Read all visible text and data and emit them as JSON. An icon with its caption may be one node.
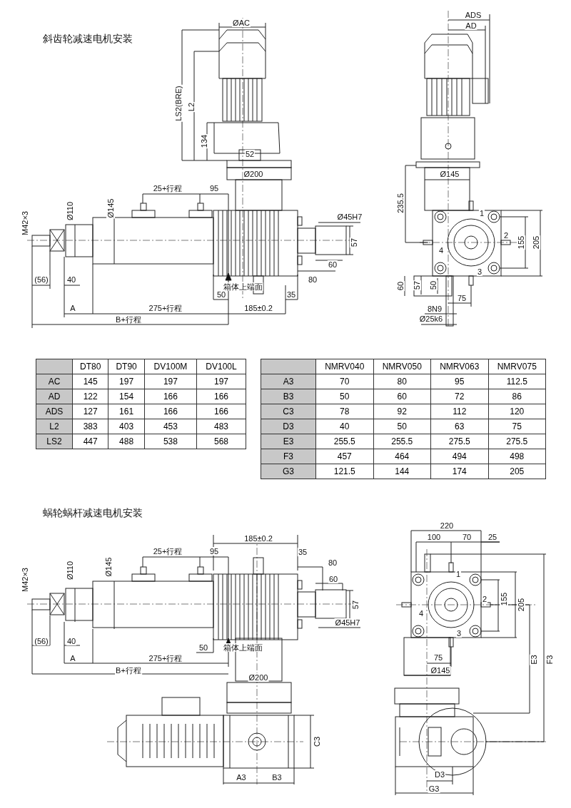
{
  "diagram": {
    "labels": [
      "斜齿轮减速电机安装",
      "ØAC",
      "LS2(BRE)",
      "L2",
      "134",
      "52",
      "Ø200",
      "25+行程",
      "95",
      "Ø45H7",
      "M42×3",
      "Ø110",
      "Ø145",
      "57",
      "60",
      "(56)",
      "40",
      "80",
      "箱体上端面",
      "50",
      "35",
      "A",
      "275+行程",
      "185±0.2",
      "B+行程",
      "ADS",
      "AD",
      "Ø145",
      "235.5",
      "1",
      "2",
      "155",
      "205",
      "4",
      "3",
      "60",
      "57",
      "50",
      "75",
      "8N9",
      "Ø25k6",
      "DT80",
      "DT90",
      "DV100M",
      "DV100L",
      "AC",
      "145",
      "197",
      "197",
      "197",
      "AD",
      "122",
      "154",
      "166",
      "166",
      "ADS",
      "127",
      "161",
      "166",
      "166",
      "L2",
      "383",
      "403",
      "453",
      "483",
      "LS2",
      "447",
      "488",
      "538",
      "568",
      "NMRV040",
      "NMRV050",
      "NMRV063",
      "NMRV075",
      "A3",
      "70",
      "80",
      "95",
      "112.5",
      "B3",
      "50",
      "60",
      "72",
      "86",
      "C3",
      "78",
      "92",
      "112",
      "120",
      "D3",
      "40",
      "50",
      "63",
      "75",
      "E3",
      "255.5",
      "255.5",
      "275.5",
      "275.5",
      "F3",
      "457",
      "464",
      "494",
      "498",
      "G3",
      "121.5",
      "144",
      "174",
      "205",
      "蜗轮蜗杆减速电机安装",
      "185±0.2",
      "25+行程",
      "95",
      "35",
      "80",
      "M42×3",
      "Ø110",
      "Ø145",
      "60",
      "57",
      "Ø45H7",
      "(56)",
      "40",
      "50",
      "箱体上端面",
      "A",
      "275+行程",
      "B+行程",
      "Ø200",
      "C3",
      "A3",
      "B3",
      "220",
      "100",
      "70",
      "25",
      "1",
      "155",
      "205",
      "2",
      "4",
      "3",
      "E3",
      "F3",
      "75",
      "Ø145",
      "D3",
      "G3"
    ]
  }
}
